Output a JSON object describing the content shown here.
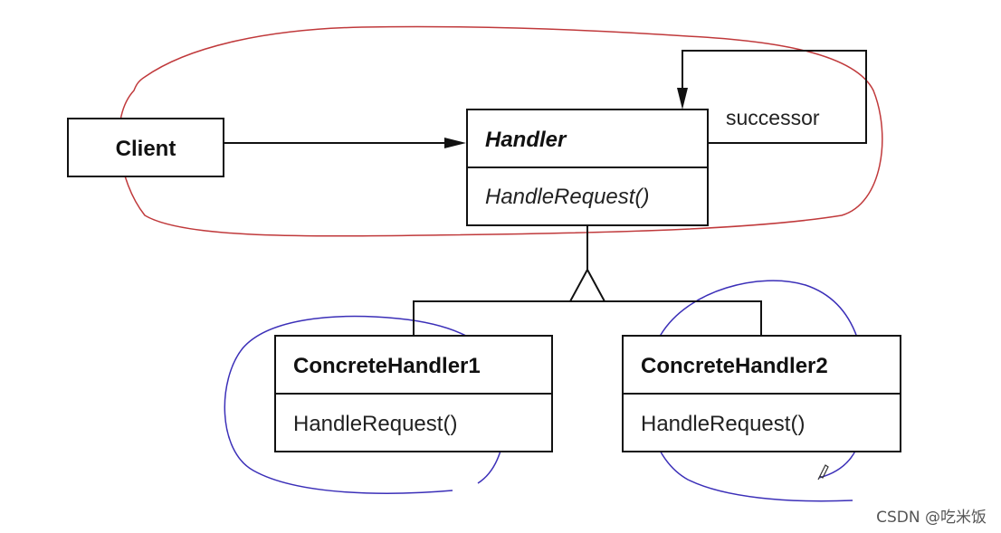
{
  "diagram": {
    "client": {
      "title": "Client"
    },
    "handler": {
      "title": "Handler",
      "method": "HandleRequest()"
    },
    "successor_label": "successor",
    "concrete1": {
      "title": "ConcreteHandler1",
      "method": "HandleRequest()"
    },
    "concrete2": {
      "title": "ConcreteHandler2",
      "method": "HandleRequest()"
    }
  },
  "annotations": {
    "red_ellipse_color": "#c0393b",
    "blue_circle_color": "#3b2fb8"
  },
  "watermark": "CSDN @吃米饭"
}
